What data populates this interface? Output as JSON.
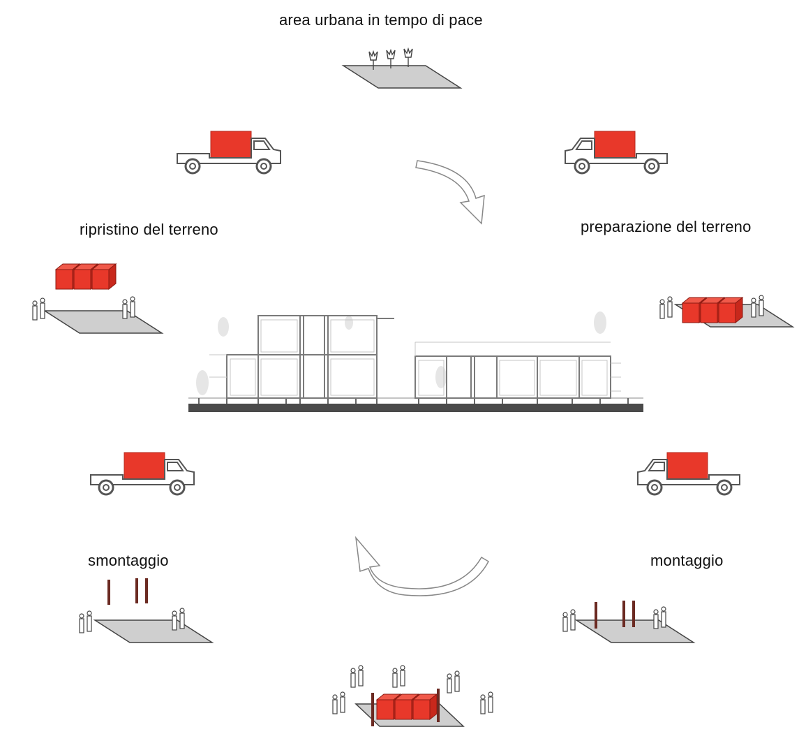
{
  "diagram": {
    "labels": {
      "peace": "area urbana in tempo di pace",
      "preparation": "preparazione del terreno",
      "restoration": "ripristino del terreno",
      "assembly": "montaggio",
      "disassembly": "smontaggio"
    },
    "colors": {
      "accent_red": "#e8382a",
      "ground_gray": "#cfcfcf",
      "post_brown": "#6b2a22",
      "line_dark": "#4a4a4a"
    },
    "icons": [
      "truck-icon",
      "container-module-icon",
      "ground-plot-icon",
      "people-icon",
      "tree-icon",
      "post-icon",
      "cycle-arrow-icon",
      "building-elevation"
    ]
  }
}
